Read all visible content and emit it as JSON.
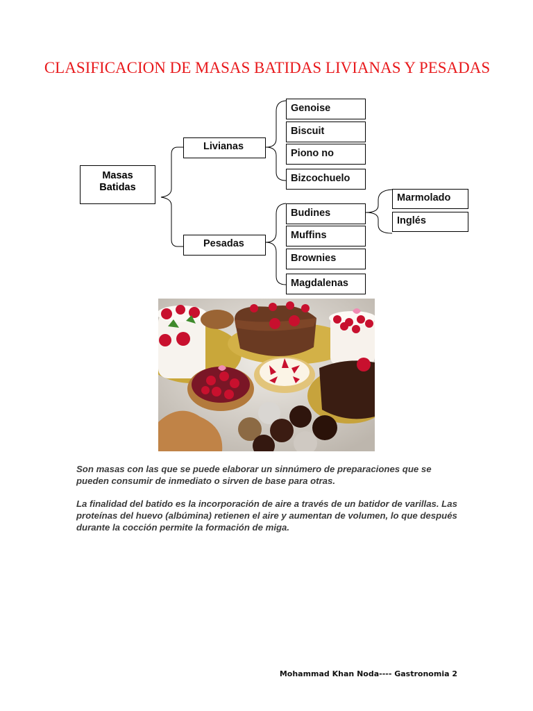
{
  "title": "CLASIFICACION DE MASAS BATIDAS LIVIANAS Y PESADAS",
  "diagram": {
    "root": {
      "line1": "Masas",
      "line2": "Batidas"
    },
    "branches": {
      "livianas": {
        "label": "Livianas",
        "items": [
          "Genoise",
          "Biscuit",
          "Piono no",
          "Bizcochuelo"
        ]
      },
      "pesadas": {
        "label": "Pesadas",
        "items": [
          "Budines",
          "Muffins",
          "Brownies",
          "Magdalenas"
        ]
      },
      "budines": {
        "items": [
          "Marmolado",
          "Inglés"
        ]
      }
    }
  },
  "paragraphs": [
    "Son masas con las que se puede elaborar un sinnúmero de preparaciones que se pueden consumir de inmediato o sirven de base para otras.",
    "La finalidad del batido es la incorporación de aire a través de un batidor de varillas. Las proteínas del huevo (albúmina) retienen el aire y aumentan de volumen, lo que después durante la cocción permite la formación de miga."
  ],
  "footer": "Mohammad Khan Noda---- Gastronomia 2"
}
